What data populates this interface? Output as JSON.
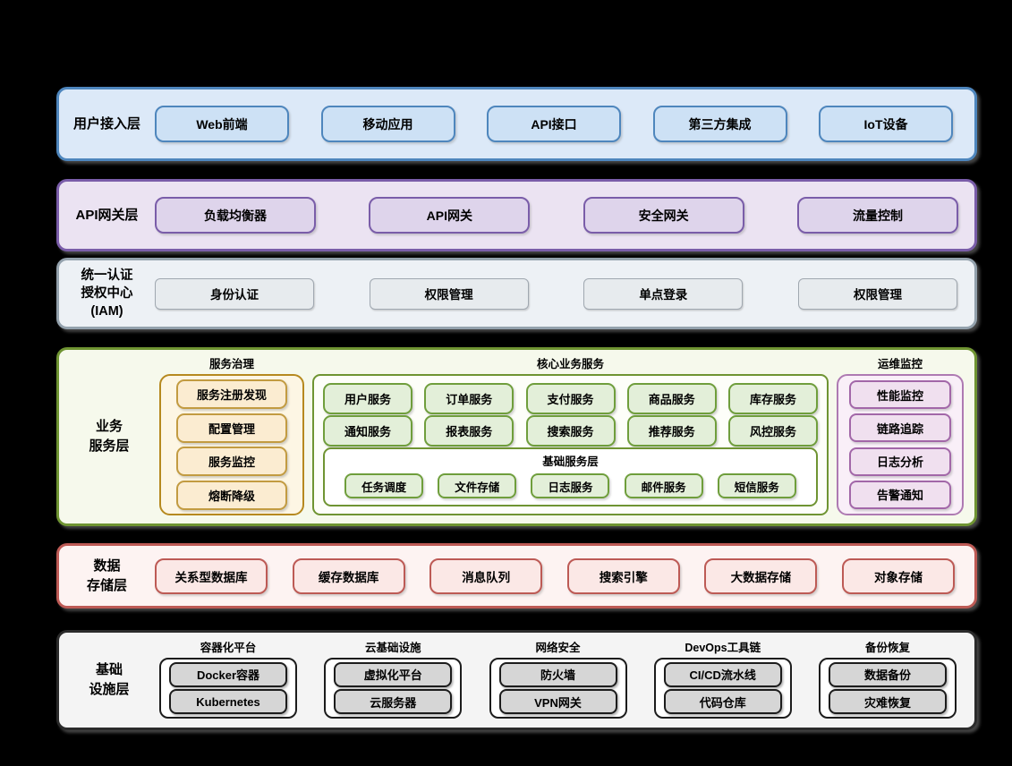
{
  "colors": {
    "background": "#000000",
    "user_access": {
      "fill": "#dce9f8",
      "border": "#4e86bd",
      "chip_fill": "#cde1f5"
    },
    "api_gateway": {
      "fill": "#ebe3f2",
      "border": "#7a5da9",
      "chip_fill": "#ded4eb"
    },
    "iam": {
      "fill": "#edf1f5",
      "border": "#93a1ac",
      "chip_fill": "#e7ebee"
    },
    "business": {
      "fill": "#f6f9ec",
      "border": "#6f9432"
    },
    "governance": {
      "fill": "#fdf6e4",
      "border": "#b6891f",
      "chip_fill": "#fbecd1",
      "chip_border": "#c29b41"
    },
    "core": {
      "fill": "#fdfef9",
      "border": "#6f9432",
      "chip_fill": "#e3efd9",
      "chip_border": "#6f9e3c"
    },
    "ops": {
      "fill": "#f9eff8",
      "border": "#ae7ab2",
      "chip_fill": "#f0e0ef",
      "chip_border": "#a267a8"
    },
    "storage": {
      "fill": "#fdf3f2",
      "border": "#bd5a55",
      "chip_fill": "#fbe8e6"
    },
    "infra": {
      "fill": "#f4f4f4",
      "border": "#2b2b2b",
      "chip_fill": "#d6d6d6"
    }
  },
  "layers": {
    "user_access": {
      "label": "用户接入层",
      "items": [
        "Web前端",
        "移动应用",
        "API接口",
        "第三方集成",
        "IoT设备"
      ]
    },
    "api_gateway": {
      "label": "API网关层",
      "items": [
        "负载均衡器",
        "API网关",
        "安全网关",
        "流量控制"
      ]
    },
    "iam": {
      "label_lines": [
        "统一认证",
        "授权中心",
        "(IAM)"
      ],
      "items": [
        "身份认证",
        "权限管理",
        "单点登录",
        "权限管理"
      ]
    },
    "business": {
      "label_lines": [
        "业务",
        "服务层"
      ],
      "governance": {
        "title": "服务治理",
        "items": [
          "服务注册发现",
          "配置管理",
          "服务监控",
          "熔断降级"
        ]
      },
      "core": {
        "title": "核心业务服务",
        "row1": [
          "用户服务",
          "订单服务",
          "支付服务",
          "商品服务",
          "库存服务"
        ],
        "row2": [
          "通知服务",
          "报表服务",
          "搜索服务",
          "推荐服务",
          "风控服务"
        ],
        "base": {
          "title": "基础服务层",
          "items": [
            "任务调度",
            "文件存储",
            "日志服务",
            "邮件服务",
            "短信服务"
          ]
        }
      },
      "ops": {
        "title": "运维监控",
        "items": [
          "性能监控",
          "链路追踪",
          "日志分析",
          "告警通知"
        ]
      }
    },
    "storage": {
      "label_lines": [
        "数据",
        "存储层"
      ],
      "items": [
        "关系型数据库",
        "缓存数据库",
        "消息队列",
        "搜索引擎",
        "大数据存储",
        "对象存储"
      ]
    },
    "infra": {
      "label_lines": [
        "基础",
        "设施层"
      ],
      "groups": [
        {
          "title": "容器化平台",
          "items": [
            "Docker容器",
            "Kubernetes"
          ]
        },
        {
          "title": "云基础设施",
          "items": [
            "虚拟化平台",
            "云服务器"
          ]
        },
        {
          "title": "网络安全",
          "items": [
            "防火墙",
            "VPN网关"
          ]
        },
        {
          "title": "DevOps工具链",
          "items": [
            "CI/CD流水线",
            "代码仓库"
          ]
        },
        {
          "title": "备份恢复",
          "items": [
            "数据备份",
            "灾难恢复"
          ]
        }
      ]
    }
  }
}
